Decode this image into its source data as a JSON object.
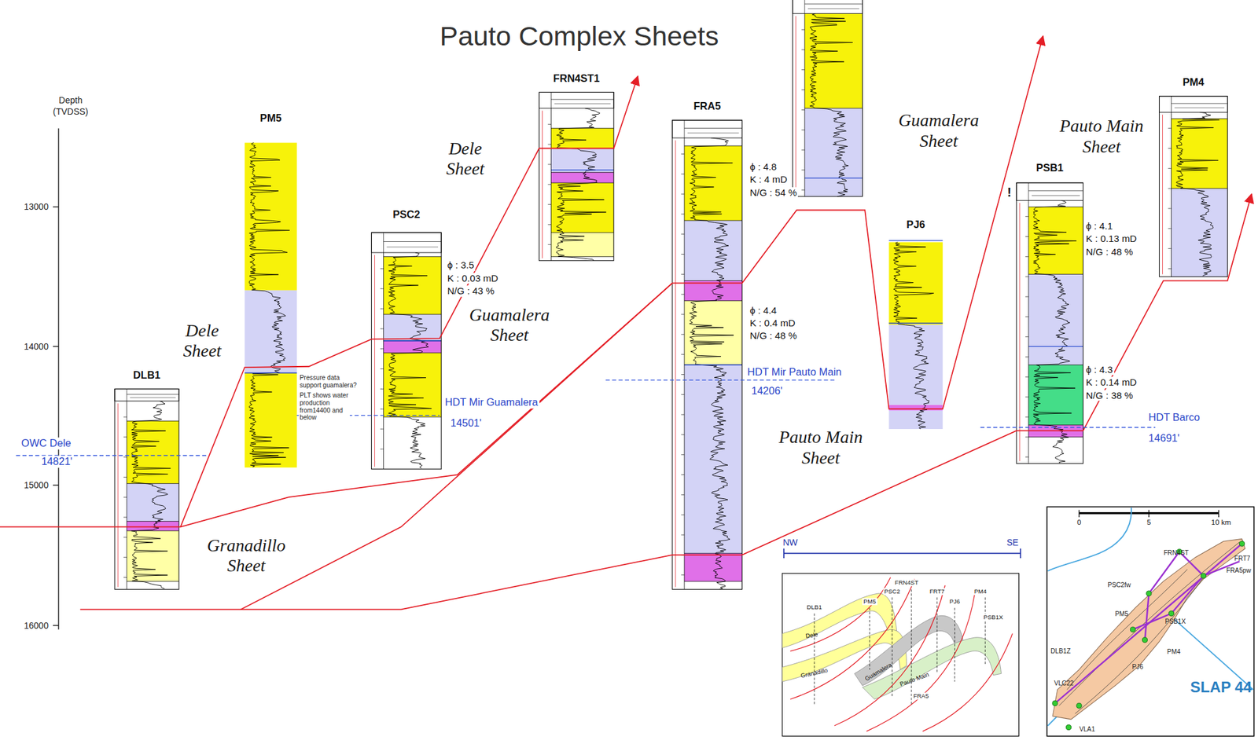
{
  "diagram": {
    "title": "Pauto Complex Sheets",
    "nodes": [
      {
        "text": [
          "DLB1"
        ]
      },
      {
        "text": [
          "PM5"
        ]
      },
      {
        "text": [
          "PSC2"
        ]
      },
      {
        "text": [
          "FRN4ST1"
        ]
      },
      {
        "text": [
          "FRA5"
        ]
      },
      {
        "text": [
          "PJ6"
        ]
      },
      {
        "text": [
          "PSB1"
        ]
      },
      {
        "text": [
          "PM4"
        ]
      }
    ],
    "labels": [
      "Depth",
      "(TVDSS)",
      "13000",
      "14000",
      "15000",
      "16000",
      "Dele Sheet",
      "Dele Sheet",
      "Guamalera Sheet",
      "Guamalera Sheet",
      "Pauto Main Sheet",
      "Pauto Main Sheet",
      "Granadillo Sheet",
      "ϕ : 3.5",
      "K : 0.03 mD",
      "N/G : 43 %",
      "ϕ : 4.8",
      "K : 4 mD",
      "N/G : 54 %",
      "ϕ : 4.4",
      "K : 0.4 mD",
      "N/G : 48 %",
      "ϕ : 4.1",
      "K : 0.13 mD",
      "N/G : 48 %",
      "ϕ : 4.3",
      "K : 0.14 mD",
      "N/G : 38 %",
      "OWC Dele",
      "14821'",
      "HDT Mir Guamalera",
      "14501'",
      "HDT Mir Pauto Main",
      "14206'",
      "HDT Barco",
      "14691'",
      "Pressure data support guamalera?",
      "PLT shows water production from14400 and below",
      "!",
      "NW",
      "SE",
      "DLB1",
      "PM5",
      "PSC2",
      "FRN4ST",
      "FRT7",
      "PJ6",
      "PM4",
      "PSB1X",
      "FRA5",
      "Dele",
      "Granadillo",
      "Guamalera",
      "Pauto Main",
      "0",
      "5",
      "10 km",
      "FRN4ST",
      "FRT7",
      "FRA5pw",
      "PSC2fw",
      "PM5",
      "PSB1X",
      "PM4",
      "DLB1Z",
      "PJ6",
      "VLC22",
      "VLA1",
      "SLAP 44"
    ]
  }
}
